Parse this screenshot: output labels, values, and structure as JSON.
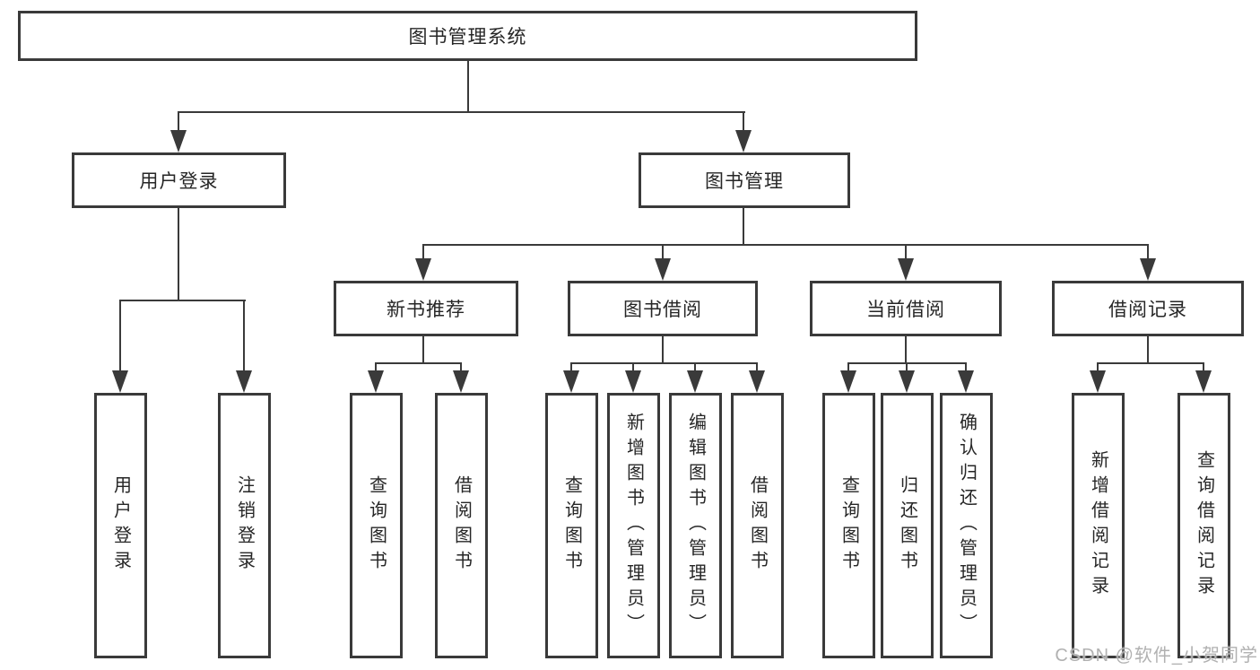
{
  "diagram": {
    "root": {
      "label": "图书管理系统"
    },
    "level2": [
      {
        "label": "用户登录"
      },
      {
        "label": "图书管理"
      }
    ],
    "level3": [
      {
        "label": "新书推荐"
      },
      {
        "label": "图书借阅"
      },
      {
        "label": "当前借阅"
      },
      {
        "label": "借阅记录"
      }
    ],
    "leaves": [
      {
        "label": "用户登录"
      },
      {
        "label": "注销登录"
      },
      {
        "label": "查询图书"
      },
      {
        "label": "借阅图书"
      },
      {
        "label": "查询图书"
      },
      {
        "label": "新增图书（管理员）"
      },
      {
        "label": "编辑图书（管理员）"
      },
      {
        "label": "借阅图书"
      },
      {
        "label": "查询图书"
      },
      {
        "label": "归还图书"
      },
      {
        "label": "确认归还（管理员）"
      },
      {
        "label": "新增借阅记录"
      },
      {
        "label": "查询借阅记录"
      }
    ]
  },
  "watermark": {
    "text": "CSDN @软件_小贺同学",
    "color": "#b1b1b1"
  },
  "colors": {
    "stroke": "#3a3a3a",
    "text": "#262626",
    "background": "#ffffff"
  }
}
